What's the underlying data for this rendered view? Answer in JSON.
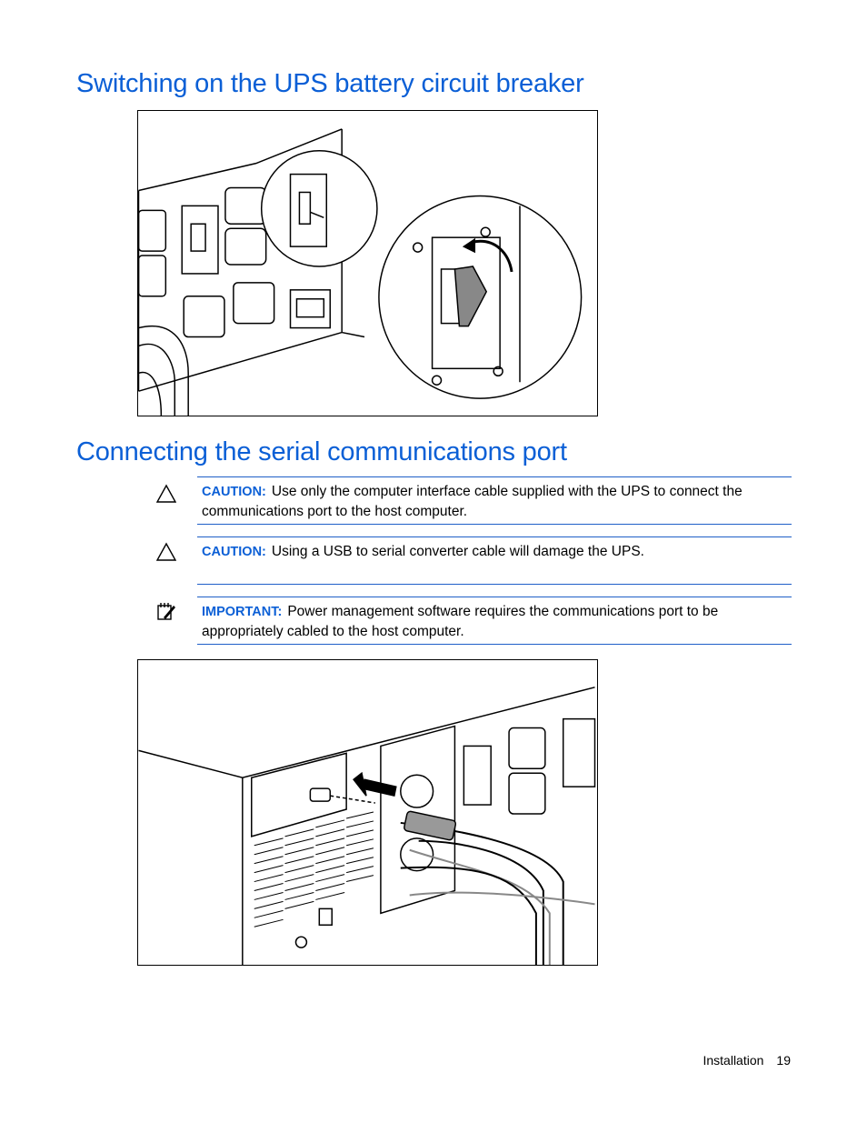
{
  "sections": [
    {
      "title": "Switching on the UPS battery circuit breaker"
    },
    {
      "title": "Connecting the serial communications port"
    }
  ],
  "notes": [
    {
      "icon": "caution-triangle-icon",
      "label": "CAUTION:",
      "text": "Use only the computer interface cable supplied with the UPS to connect the communications port to the host computer."
    },
    {
      "icon": "caution-triangle-icon",
      "label": "CAUTION:",
      "text": "Using a USB to serial converter cable will damage the UPS."
    },
    {
      "icon": "important-note-icon",
      "label": "IMPORTANT:",
      "text": "Power management software requires the communications port to be appropriately cabled to the host computer."
    }
  ],
  "footer": {
    "section": "Installation",
    "page": "19"
  },
  "colors": {
    "heading": "#0b5fd6",
    "rule": "#1f5fc8",
    "label": "#0b5fd6"
  }
}
